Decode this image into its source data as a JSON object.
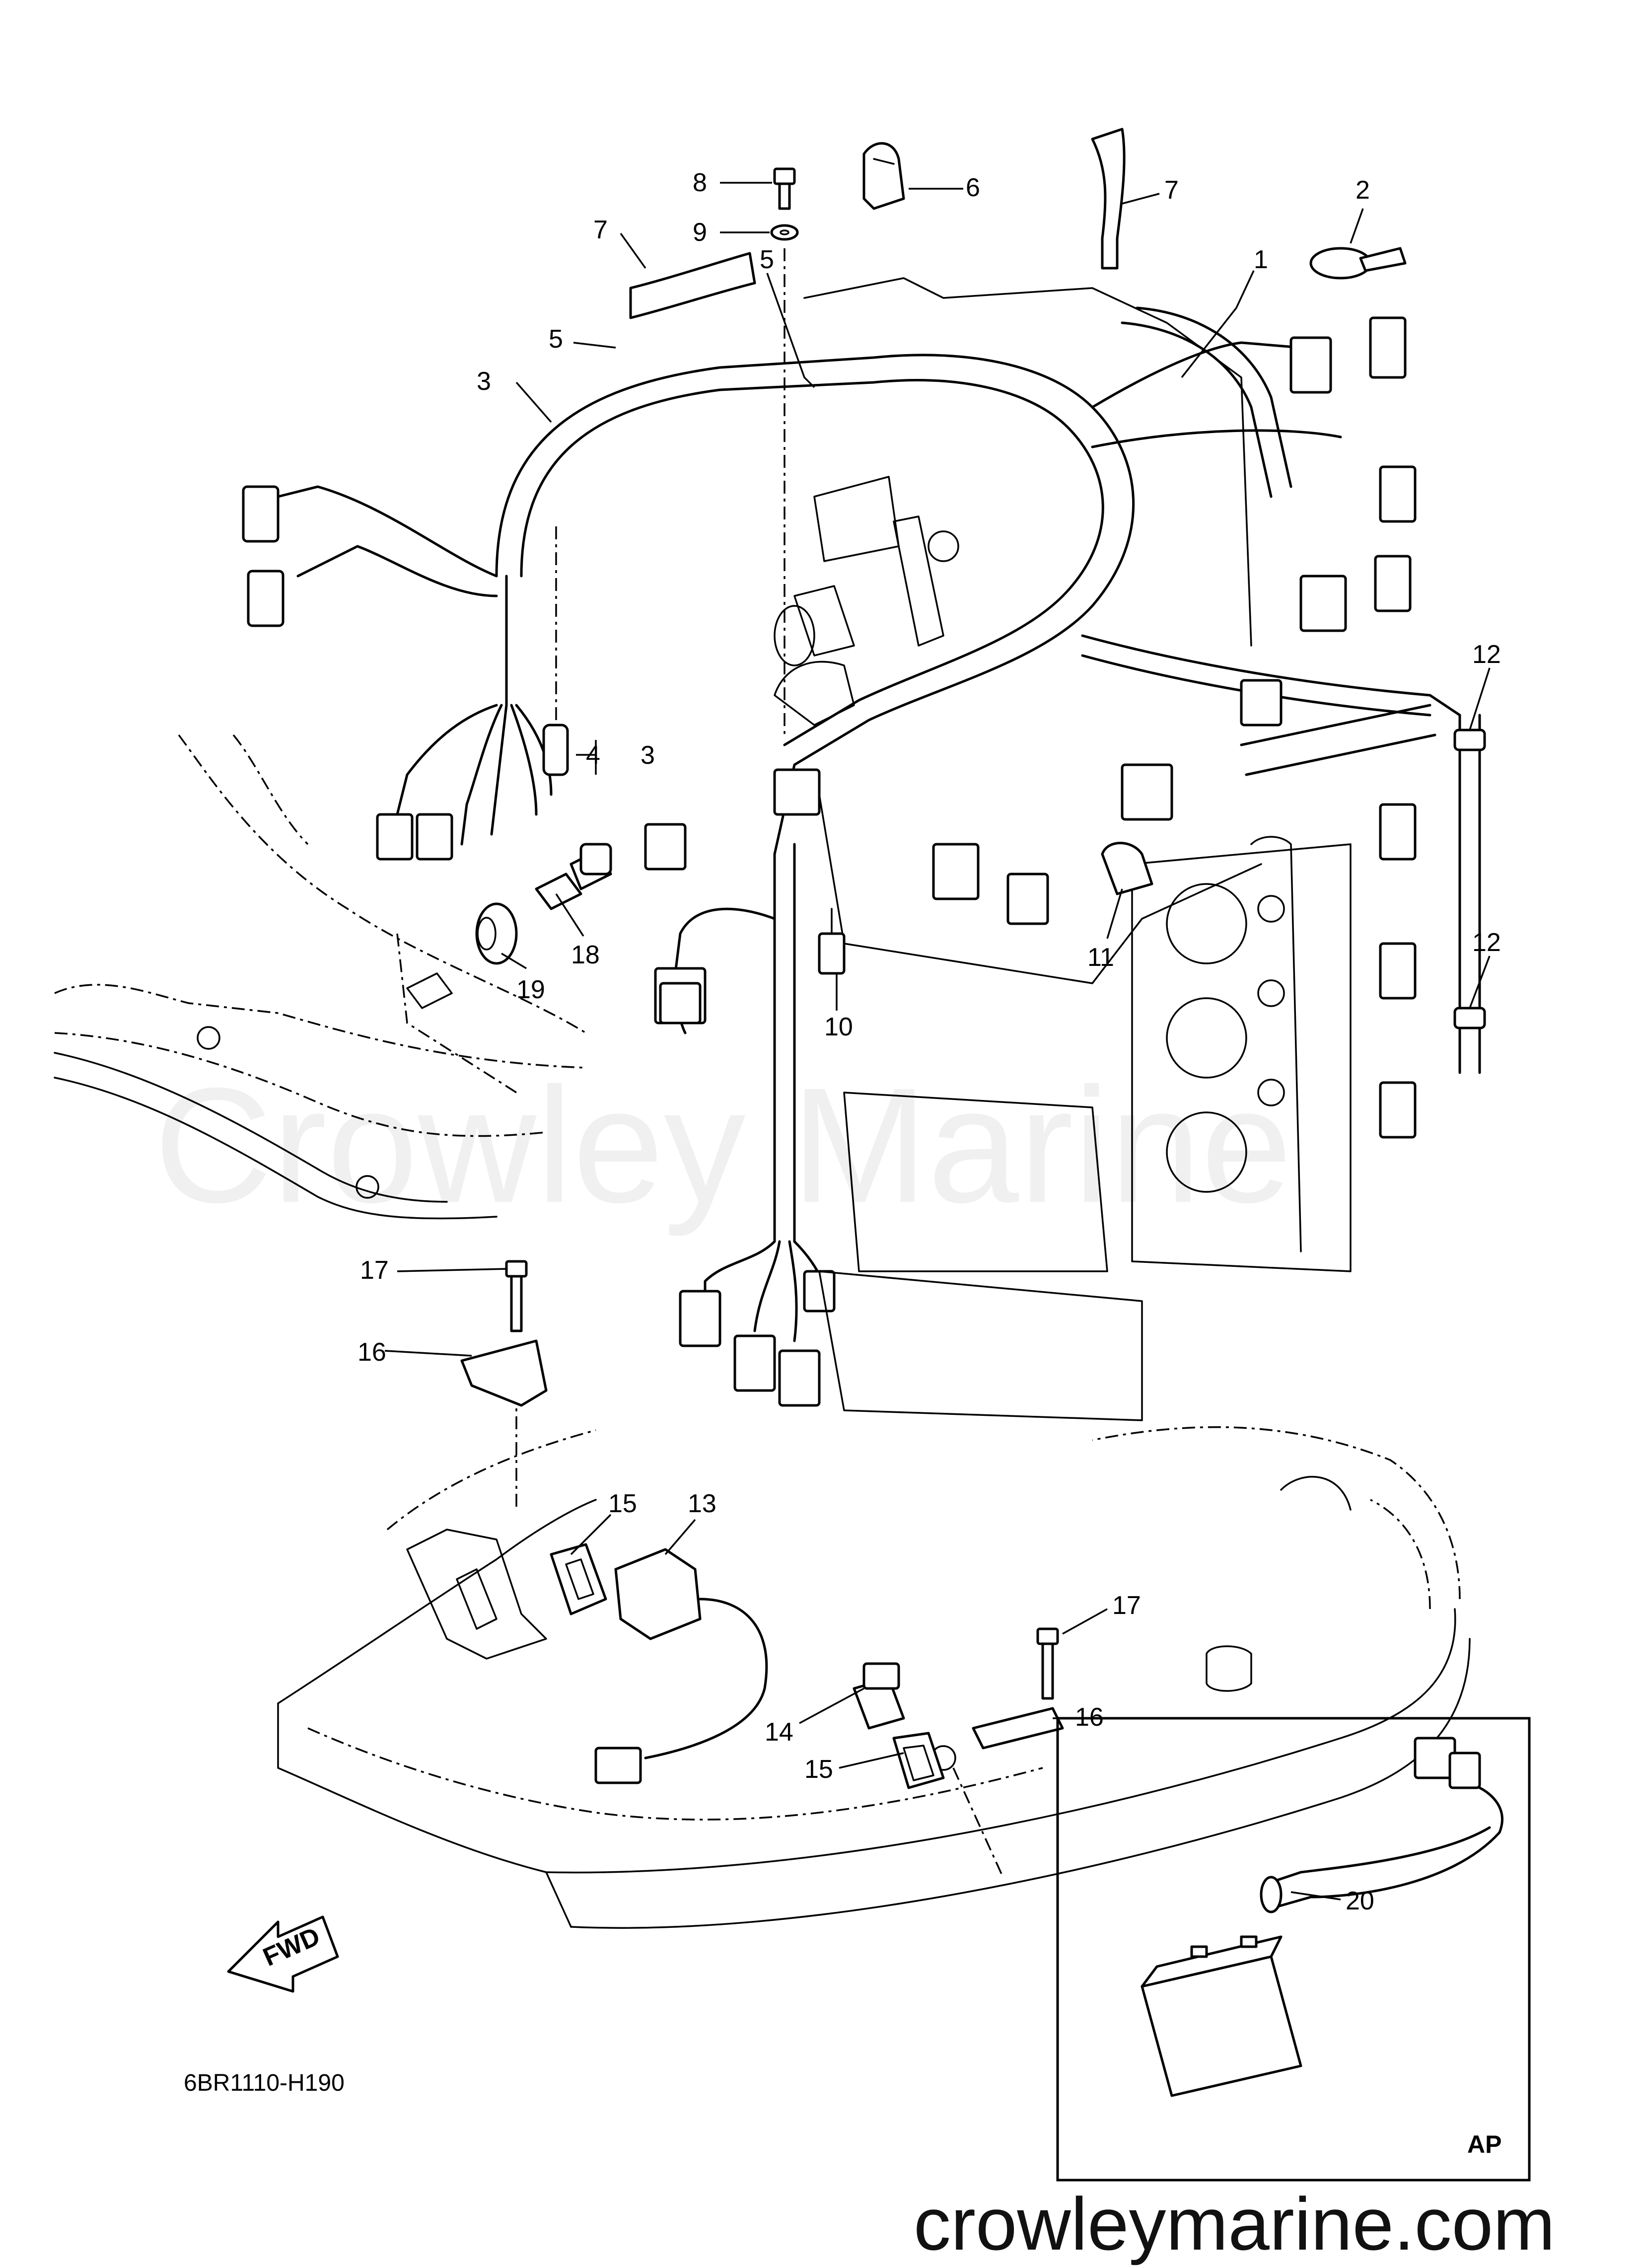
{
  "diagram": {
    "code": "6BR1110-H190",
    "inset_tag": "AP",
    "fwd_label": "FWD",
    "watermark_faint": "Crowley Marine",
    "watermark_url": "crowleymarine.com"
  },
  "callouts": [
    {
      "id": "c1",
      "text": "1"
    },
    {
      "id": "c2",
      "text": "2"
    },
    {
      "id": "c3a",
      "text": "3"
    },
    {
      "id": "c3b",
      "text": "3"
    },
    {
      "id": "c4",
      "text": "4"
    },
    {
      "id": "c5a",
      "text": "5"
    },
    {
      "id": "c5b",
      "text": "5"
    },
    {
      "id": "c6",
      "text": "6"
    },
    {
      "id": "c7a",
      "text": "7"
    },
    {
      "id": "c7b",
      "text": "7"
    },
    {
      "id": "c8",
      "text": "8"
    },
    {
      "id": "c9",
      "text": "9"
    },
    {
      "id": "c10",
      "text": "10"
    },
    {
      "id": "c11",
      "text": "11"
    },
    {
      "id": "c12a",
      "text": "12"
    },
    {
      "id": "c12b",
      "text": "12"
    },
    {
      "id": "c13",
      "text": "13"
    },
    {
      "id": "c14",
      "text": "14"
    },
    {
      "id": "c15a",
      "text": "15"
    },
    {
      "id": "c15b",
      "text": "15"
    },
    {
      "id": "c16a",
      "text": "16"
    },
    {
      "id": "c16b",
      "text": "16"
    },
    {
      "id": "c17a",
      "text": "17"
    },
    {
      "id": "c17b",
      "text": "17"
    },
    {
      "id": "c18",
      "text": "18"
    },
    {
      "id": "c19",
      "text": "19"
    },
    {
      "id": "c20",
      "text": "20"
    }
  ]
}
